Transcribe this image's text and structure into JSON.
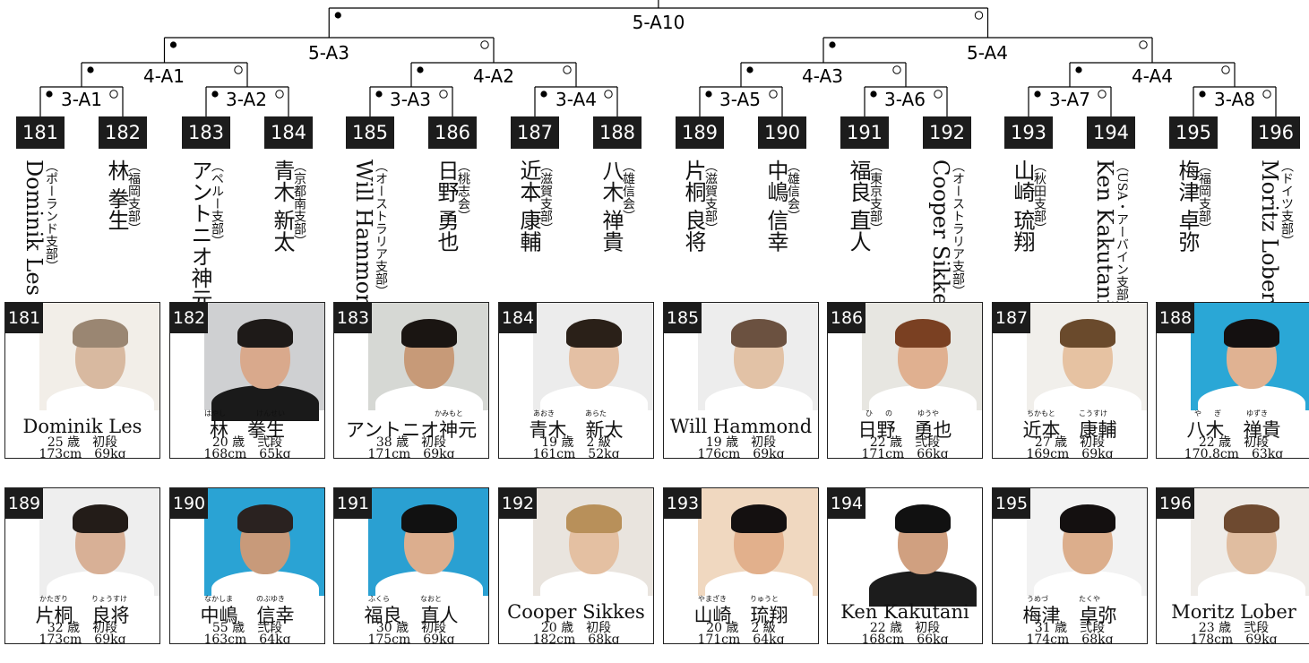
{
  "bracket": {
    "final": "5-A10",
    "semis": [
      "5-A3",
      "5-A4"
    ],
    "quarters": [
      "4-A1",
      "4-A2",
      "4-A3",
      "4-A4"
    ],
    "rounds": [
      "3-A1",
      "3-A2",
      "3-A3",
      "3-A4",
      "3-A5",
      "3-A6",
      "3-A7",
      "3-A8"
    ]
  },
  "entrants": [
    {
      "num": "181",
      "name": "Dominik Les",
      "affiliation": "（ポーランド支部）",
      "name_lines": [
        "Dominik Les"
      ],
      "name_display": "Dominik Les",
      "furigana": [],
      "age": "25 歳",
      "rank": "初段",
      "height": "173cm",
      "weight": "69kg",
      "photo_bg": "#f2eee8",
      "skin": "#d8b9a0",
      "hair": "#9a8672",
      "shirt": "#ffffff"
    },
    {
      "num": "182",
      "name": "林 拳生",
      "affiliation": "（福岡支部）",
      "name_lines": [
        "林",
        "拳生"
      ],
      "name_display": "林　拳生",
      "furigana": [
        "はやし",
        "けんせい"
      ],
      "age": "20 歳",
      "rank": "弐段",
      "height": "168cm",
      "weight": "65kg",
      "photo_bg": "#cfd0d2",
      "skin": "#d9a98c",
      "hair": "#1e1a18",
      "shirt": "#1a1a1a"
    },
    {
      "num": "183",
      "name": "アントニオ神元",
      "affiliation": "（ペルー支部）",
      "name_lines": [
        "アントニオ",
        "神元"
      ],
      "name_display": "アントニオ神元",
      "furigana": [
        "かみもと"
      ],
      "age": "38 歳",
      "rank": "初段",
      "height": "171cm",
      "weight": "69kg",
      "photo_bg": "#d6d8d4",
      "skin": "#c79a78",
      "hair": "#1a1512",
      "shirt": "#ffffff"
    },
    {
      "num": "184",
      "name": "青木 新太",
      "affiliation": "（京都南支部）",
      "name_lines": [
        "青木",
        "新太"
      ],
      "name_display": "青木　新太",
      "furigana": [
        "あおき",
        "あらた"
      ],
      "age": "19 歳",
      "rank": "2 級",
      "height": "161cm",
      "weight": "52kg",
      "photo_bg": "#ececec",
      "skin": "#e4c0a4",
      "hair": "#2a2018",
      "shirt": "#ffffff"
    },
    {
      "num": "185",
      "name": "Will Hammond",
      "affiliation": "（オーストラリア支部）",
      "name_lines": [
        "Will Hammond"
      ],
      "name_display": "Will Hammond",
      "furigana": [],
      "age": "19 歳",
      "rank": "初段",
      "height": "176cm",
      "weight": "69kg",
      "photo_bg": "#ededed",
      "skin": "#e2c2a6",
      "hair": "#6b5140",
      "shirt": "#ffffff"
    },
    {
      "num": "186",
      "name": "日野 勇也",
      "affiliation": "（桃志会）",
      "name_lines": [
        "日野",
        "勇也"
      ],
      "name_display": "日野　勇也",
      "furigana": [
        "ひ",
        "の",
        "ゆうや"
      ],
      "age": "22 歳",
      "rank": "弐段",
      "height": "171cm",
      "weight": "66kg",
      "photo_bg": "#e7e6e1",
      "skin": "#e0b090",
      "hair": "#7a4022",
      "shirt": "#ffffff"
    },
    {
      "num": "187",
      "name": "近本 康輔",
      "affiliation": "（滋賀支部）",
      "name_lines": [
        "近本",
        "康輔"
      ],
      "name_display": "近本　康輔",
      "furigana": [
        "ちかもと",
        "こうすけ"
      ],
      "age": "27 歳",
      "rank": "初段",
      "height": "169cm",
      "weight": "69kg",
      "photo_bg": "#f1efeb",
      "skin": "#e6c2a2",
      "hair": "#6a4a2c",
      "shirt": "#ffffff"
    },
    {
      "num": "188",
      "name": "八木 禅貴",
      "affiliation": "（雄信会）",
      "name_lines": [
        "八木",
        "禅貴"
      ],
      "name_display": "八木　禅貴",
      "furigana": [
        "や",
        "ぎ",
        "ゆずき"
      ],
      "age": "22 歳",
      "rank": "初段",
      "height": "170.8cm",
      "weight": "63kg",
      "photo_bg": "#2aa7d6",
      "skin": "#e0b292",
      "hair": "#141010",
      "shirt": "#ffffff"
    },
    {
      "num": "189",
      "name": "片桐 良将",
      "affiliation": "（滋賀支部）",
      "name_lines": [
        "片桐",
        "良将"
      ],
      "name_display": "片桐　良将",
      "furigana": [
        "かたぎり",
        "りょうすけ"
      ],
      "age": "32 歳",
      "rank": "初段",
      "height": "173cm",
      "weight": "69kg",
      "photo_bg": "#eeeeee",
      "skin": "#d8b096",
      "hair": "#231c18",
      "shirt": "#ffffff"
    },
    {
      "num": "190",
      "name": "中嶋 信幸",
      "affiliation": "（雄信会）",
      "name_lines": [
        "中嶋",
        "信幸"
      ],
      "name_display": "中嶋　信幸",
      "furigana": [
        "なかしま",
        "のぶゆき"
      ],
      "age": "55 歳",
      "rank": "弐段",
      "height": "163cm",
      "weight": "64kg",
      "photo_bg": "#2aa3d4",
      "skin": "#c89a7a",
      "hair": "#2a2220",
      "shirt": "#ffffff"
    },
    {
      "num": "191",
      "name": "福良 直人",
      "affiliation": "（東京支部）",
      "name_lines": [
        "福良",
        "直人"
      ],
      "name_display": "福良　直人",
      "furigana": [
        "ふくら",
        "なおと"
      ],
      "age": "30 歳",
      "rank": "初段",
      "height": "175cm",
      "weight": "69kg",
      "photo_bg": "#2aa0d2",
      "skin": "#dcae8e",
      "hair": "#111111",
      "shirt": "#ffffff"
    },
    {
      "num": "192",
      "name": "Cooper Sikkes",
      "affiliation": "（オーストラリア支部）",
      "name_lines": [
        "Cooper Sikkes"
      ],
      "name_display": "Cooper Sikkes",
      "furigana": [],
      "age": "20 歳",
      "rank": "初段",
      "height": "182cm",
      "weight": "68kg",
      "photo_bg": "#e9e4de",
      "skin": "#e4c0a2",
      "hair": "#b8905a",
      "shirt": "#ffffff"
    },
    {
      "num": "193",
      "name": "山崎 琉翔",
      "affiliation": "（秋田支部）",
      "name_lines": [
        "山崎",
        "琉翔"
      ],
      "name_display": "山崎　琉翔",
      "furigana": [
        "やまざき",
        "りゅうと"
      ],
      "age": "20 歳",
      "rank": "2 級",
      "height": "171cm",
      "weight": "64kg",
      "photo_bg": "#f0d8c0",
      "skin": "#e2b08c",
      "hair": "#141010",
      "shirt": "#ffffff"
    },
    {
      "num": "194",
      "name": "Ken Kakutani",
      "affiliation": "（USA・アーバイン支部）",
      "name_lines": [
        "Ken Kakutani"
      ],
      "name_display": "Ken Kakutani",
      "furigana": [],
      "age": "22 歳",
      "rank": "初段",
      "height": "168cm",
      "weight": "66kg",
      "photo_bg": "#ffffff",
      "skin": "#d0a080",
      "hair": "#111111",
      "shirt": "#1c1c1c"
    },
    {
      "num": "195",
      "name": "梅津 卓弥",
      "affiliation": "（福岡支部）",
      "name_lines": [
        "梅津",
        "卓弥"
      ],
      "name_display": "梅津　卓弥",
      "furigana": [
        "うめづ",
        "たくや"
      ],
      "age": "31 歳",
      "rank": "弐段",
      "height": "174cm",
      "weight": "68kg",
      "photo_bg": "#f2f2f2",
      "skin": "#dcae8c",
      "hair": "#141010",
      "shirt": "#ffffff"
    },
    {
      "num": "196",
      "name": "Moritz Lober",
      "affiliation": "（ドイツ支部）",
      "name_lines": [
        "Moritz Lober"
      ],
      "name_display": "Moritz Lober",
      "furigana": [],
      "age": "23 歳",
      "rank": "弐段",
      "height": "178cm",
      "weight": "69kg",
      "photo_bg": "#efece8",
      "skin": "#e0bda0",
      "hair": "#6e4a30",
      "shirt": "#ffffff"
    }
  ]
}
